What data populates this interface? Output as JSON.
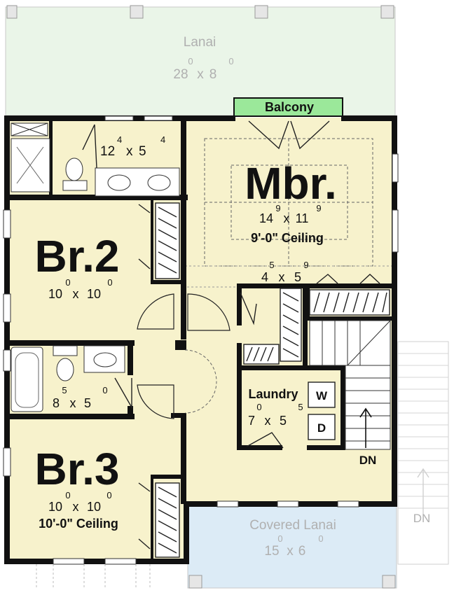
{
  "rooms": {
    "lanai": {
      "name": "Lanai",
      "dim_a": "28",
      "sup_a": "0",
      "dim_b": "8",
      "sup_b": "0"
    },
    "balcony": {
      "name": "Balcony"
    },
    "master_bath": {
      "dim_a": "12",
      "sup_a": "4",
      "dim_b": "5",
      "sup_b": "4"
    },
    "mbr": {
      "name": "Mbr.",
      "dim_a": "14",
      "sup_a": "9",
      "dim_b": "11",
      "sup_b": "9",
      "ceiling": "9'-0\" Ceiling"
    },
    "closet": {
      "dim_a": "4",
      "sup_a": "5",
      "dim_b": "5",
      "sup_b": "9"
    },
    "br2": {
      "name": "Br.2",
      "dim_a": "10",
      "sup_a": "0",
      "dim_b": "10",
      "sup_b": "0"
    },
    "bath2": {
      "dim_a": "8",
      "sup_a": "5",
      "dim_b": "5",
      "sup_b": "0"
    },
    "laundry": {
      "name": "Laundry",
      "dim_a": "7",
      "sup_a": "0",
      "dim_b": "5",
      "sup_b": "5",
      "washer": "W",
      "dryer": "D"
    },
    "br3": {
      "name": "Br.3",
      "dim_a": "10",
      "sup_a": "0",
      "dim_b": "10",
      "sup_b": "0",
      "ceiling": "10'-0\" Ceiling"
    },
    "covered_lanai": {
      "name": "Covered Lanai",
      "dim_a": "15",
      "sup_a": "0",
      "dim_b": "6",
      "sup_b": "0"
    }
  },
  "stairs": {
    "down_label": "DN",
    "exterior_down_label": "DN"
  },
  "colors": {
    "room_fill": "#f7f2cc",
    "lanai_fill": "#eaf5e8",
    "covered_lanai_fill": "#dcebf6",
    "balcony_fill": "#9be89a",
    "wall": "#111111",
    "muted_text": "#b0b0b0"
  }
}
